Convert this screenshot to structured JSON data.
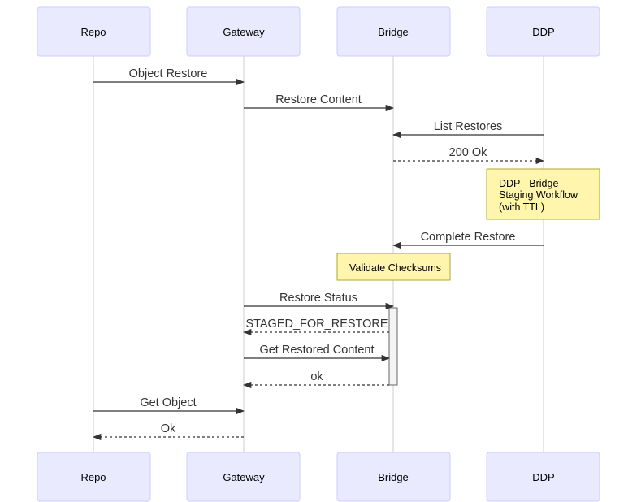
{
  "participants": [
    {
      "id": "repo",
      "label": "Repo"
    },
    {
      "id": "gateway",
      "label": "Gateway"
    },
    {
      "id": "bridge",
      "label": "Bridge"
    },
    {
      "id": "ddp",
      "label": "DDP"
    }
  ],
  "messages": [
    {
      "id": "object-restore",
      "from": "repo",
      "to": "gateway",
      "label": "Object Restore",
      "style": "solid"
    },
    {
      "id": "restore-content",
      "from": "gateway",
      "to": "bridge",
      "label": "Restore Content",
      "style": "solid"
    },
    {
      "id": "list-restores",
      "from": "ddp",
      "to": "bridge",
      "label": "List Restores",
      "style": "solid"
    },
    {
      "id": "ok-200",
      "from": "bridge",
      "to": "ddp",
      "label": "200 Ok",
      "style": "dashed"
    },
    {
      "id": "complete-restore",
      "from": "ddp",
      "to": "bridge",
      "label": "Complete Restore",
      "style": "solid"
    },
    {
      "id": "restore-status",
      "from": "gateway",
      "to": "bridge",
      "label": "Restore Status",
      "style": "solid"
    },
    {
      "id": "staged-for-restore",
      "from": "bridge",
      "to": "gateway",
      "label": "STAGED_FOR_RESTORE",
      "style": "dashed"
    },
    {
      "id": "get-restored-content",
      "from": "gateway",
      "to": "bridge",
      "label": "Get Restored Content",
      "style": "solid"
    },
    {
      "id": "ok-lower",
      "from": "bridge",
      "to": "gateway",
      "label": "ok",
      "style": "dashed"
    },
    {
      "id": "get-object",
      "from": "repo",
      "to": "gateway",
      "label": "Get Object",
      "style": "solid"
    },
    {
      "id": "ok-final",
      "from": "gateway",
      "to": "repo",
      "label": "Ok",
      "style": "dashed"
    }
  ],
  "notes": [
    {
      "id": "ddp-bridge-staging",
      "over": "ddp",
      "lines": [
        "DDP - Bridge",
        "Staging Workflow",
        "(with TTL)"
      ]
    },
    {
      "id": "validate-checksums",
      "over": "bridge",
      "lines": [
        "Validate Checksums"
      ]
    }
  ],
  "colors": {
    "actor_fill": "#eaeaff",
    "actor_border": "#ccccff",
    "note_fill": "#fff5ad",
    "note_border": "#aaaa33",
    "line": "#333333",
    "lifeline": "#cccccc"
  }
}
